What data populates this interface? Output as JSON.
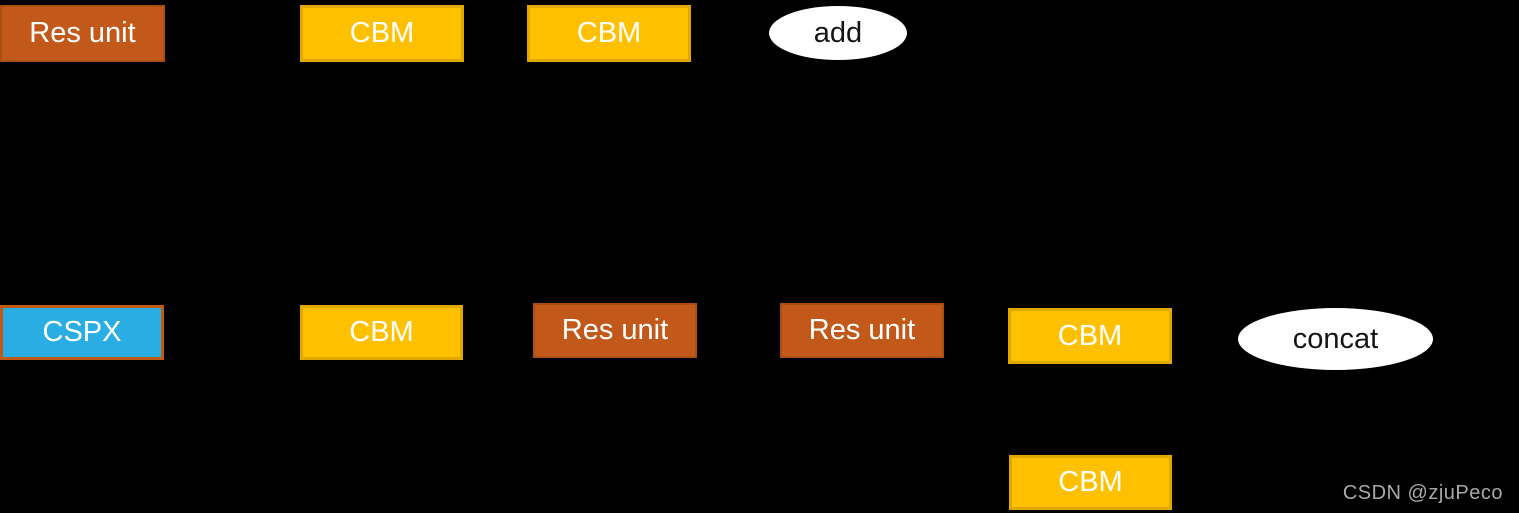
{
  "diagram": {
    "title": "CSP block structure diagram (CSPX / Res unit / CBM)",
    "background_color": "#000000",
    "colors": {
      "res_unit_fill": "#c2591b",
      "res_unit_border": "#ab4f11",
      "cbm_fill": "#ffc000",
      "cbm_border": "#e0a800",
      "cspx_fill": "#29ade3",
      "cspx_border": "#c05a15",
      "ellipse_fill": "#ffffff",
      "box_text_color": "#ffffff",
      "ellipse_text_color": "#141414",
      "watermark_color": "#a9a9a9"
    },
    "rows": {
      "top_row_description": "Res unit expansion: Res unit -> CBM -> CBM -> add",
      "middle_row_description": "CSPX expansion: CSPX -> CBM -> Res unit -> Res unit -> CBM -> concat",
      "bottom_row_description": "shortcut branch CBM feeding concat"
    },
    "nodes": [
      {
        "id": "res-unit-top",
        "label": "Res unit",
        "type": "res-unit"
      },
      {
        "id": "cbm-top-1",
        "label": "CBM",
        "type": "cbm"
      },
      {
        "id": "cbm-top-2",
        "label": "CBM",
        "type": "cbm"
      },
      {
        "id": "add-op",
        "label": "add",
        "type": "operation-ellipse"
      },
      {
        "id": "cspx",
        "label": "CSPX",
        "type": "cspx"
      },
      {
        "id": "cbm-mid",
        "label": "CBM",
        "type": "cbm"
      },
      {
        "id": "res-unit-mid-1",
        "label": "Res unit",
        "type": "res-unit"
      },
      {
        "id": "res-unit-mid-2",
        "label": "Res unit",
        "type": "res-unit"
      },
      {
        "id": "cbm-mid-right",
        "label": "CBM",
        "type": "cbm"
      },
      {
        "id": "concat-op",
        "label": "concat",
        "type": "operation-ellipse"
      },
      {
        "id": "cbm-bottom",
        "label": "CBM",
        "type": "cbm"
      }
    ],
    "watermark": "CSDN @zjuPeco"
  }
}
